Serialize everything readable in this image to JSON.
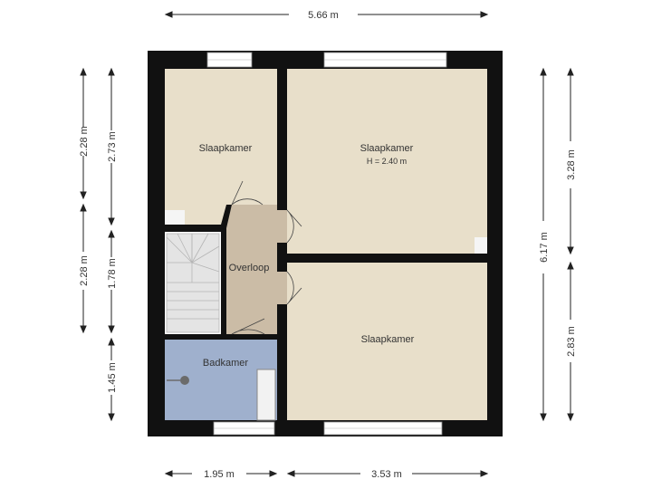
{
  "rooms": {
    "bedroom_top_left": {
      "label": "Slaapkamer"
    },
    "bedroom_top_right": {
      "label": "Slaapkamer",
      "height_note": "H = 2.40 m"
    },
    "bedroom_bottom_right": {
      "label": "Slaapkamer"
    },
    "landing": {
      "label": "Overloop"
    },
    "bathroom": {
      "label": "Badkamer"
    }
  },
  "dimensions": {
    "top_total": "5.66 m",
    "bottom_left": "1.95 m",
    "bottom_right": "3.53 m",
    "left_outer_top": "2.28 m",
    "left_outer_bottom": "2.28 m",
    "left_inner_top": "2.73 m",
    "left_inner_middle": "1.78 m",
    "left_inner_bottom": "1.45 m",
    "right_total": "6.17 m",
    "right_top": "3.28 m",
    "right_bottom": "2.83 m"
  },
  "colors": {
    "wall": "#111111",
    "bedroom_floor": "#e8dfca",
    "landing_floor": "#cbbca6",
    "bathroom_floor": "#9fb0cd",
    "stairs": "#e4e4e4",
    "window": "#ffffff",
    "dimension_line": "#222222"
  }
}
